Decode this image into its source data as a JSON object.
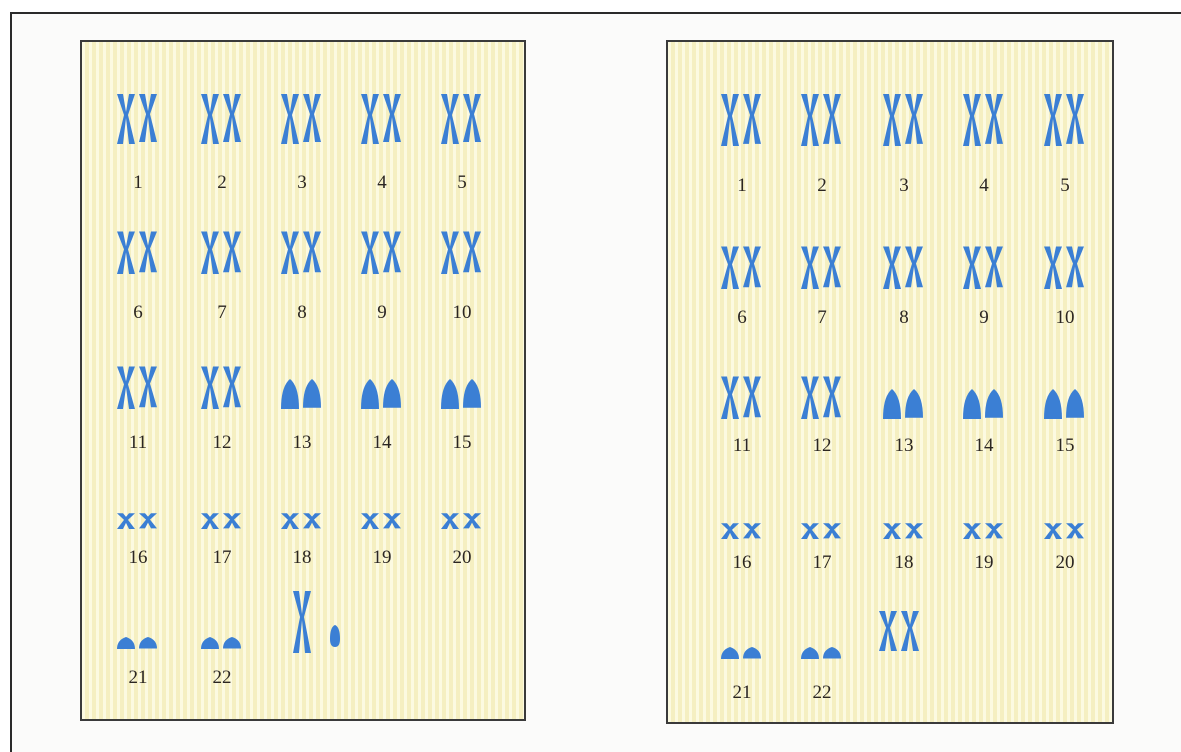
{
  "chromosome_color": "#3b7fd4",
  "background_color": "#f8f3c8",
  "panels": [
    {
      "id": "left",
      "labels": [
        "1",
        "2",
        "3",
        "4",
        "5",
        "6",
        "7",
        "8",
        "9",
        "10",
        "11",
        "12",
        "13",
        "14",
        "15",
        "16",
        "17",
        "18",
        "19",
        "20",
        "21",
        "22"
      ],
      "sex_chromosomes": "X-Y"
    },
    {
      "id": "right",
      "labels": [
        "1",
        "2",
        "3",
        "4",
        "5",
        "6",
        "7",
        "8",
        "9",
        "10",
        "11",
        "12",
        "13",
        "14",
        "15",
        "16",
        "17",
        "18",
        "19",
        "20",
        "21",
        "22"
      ],
      "sex_chromosomes": "X-X"
    }
  ]
}
